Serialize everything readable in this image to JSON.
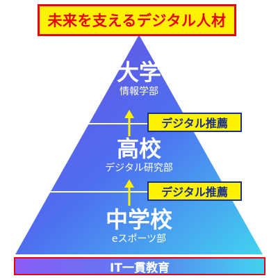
{
  "title": "未来を支えるデジタル人材",
  "levels": [
    {
      "name": "大学",
      "sub": "情報学部"
    },
    {
      "name": "高校",
      "sub": "デジタル研究部"
    },
    {
      "name": "中学校",
      "sub": "eスポーツ部"
    }
  ],
  "recommendations": [
    "デジタル推薦",
    "デジタル推薦"
  ],
  "bottom_label": "IT一貫教育",
  "colors": {
    "title_bg": "#fff200",
    "title_text": "#e60012",
    "tag_text": "#1a2e8c",
    "arrow": "#fff200",
    "gradient_purple": "#8b5cf6",
    "gradient_blue": "#4e6ff0",
    "gradient_cyan": "#42d3ef"
  }
}
